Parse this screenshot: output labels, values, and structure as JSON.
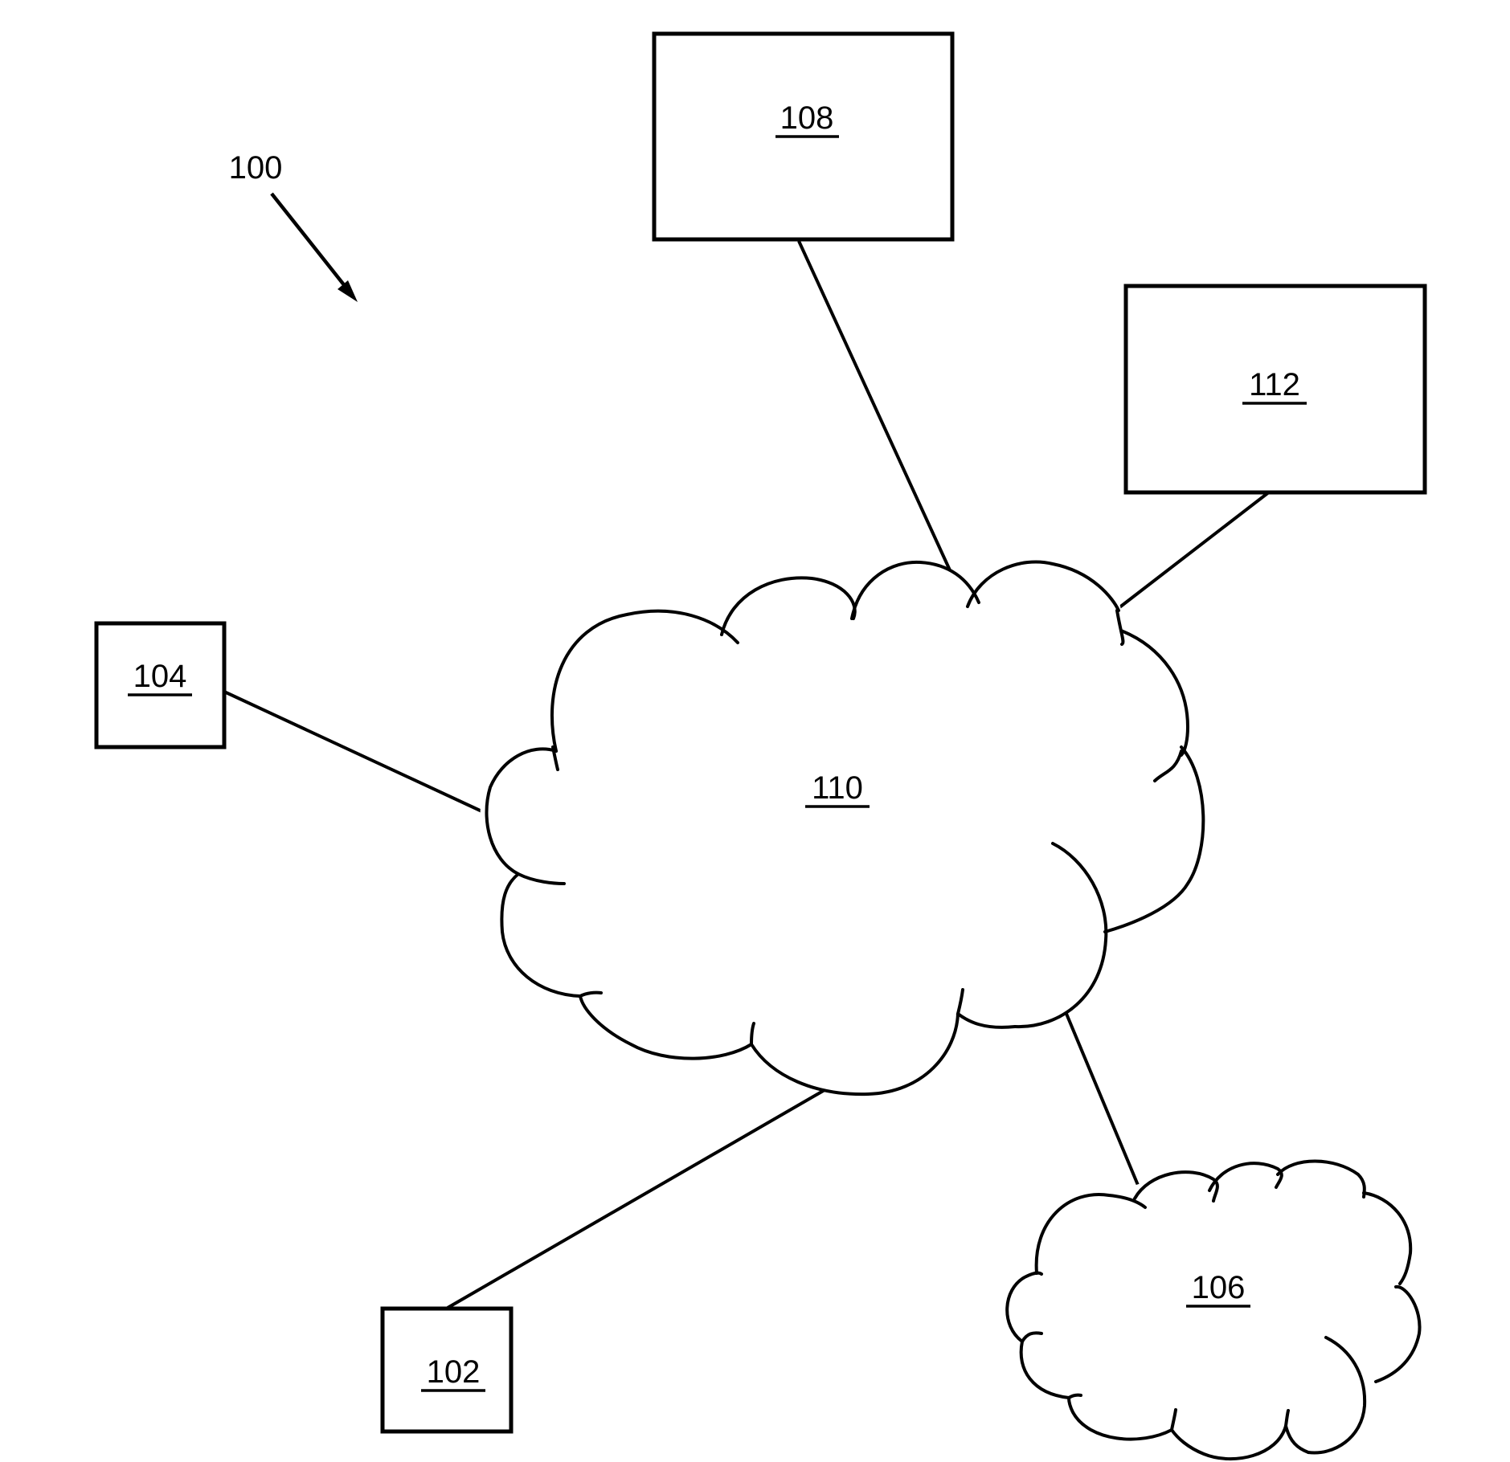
{
  "figure": {
    "reference_label": "100",
    "reference_arrow": "arrow-pointing-to-system"
  },
  "nodes": {
    "n102": {
      "label": "102",
      "shape": "box"
    },
    "n104": {
      "label": "104",
      "shape": "box"
    },
    "n106": {
      "label": "106",
      "shape": "cloud"
    },
    "n108": {
      "label": "108",
      "shape": "box"
    },
    "n110": {
      "label": "110",
      "shape": "cloud"
    },
    "n112": {
      "label": "112",
      "shape": "box"
    }
  },
  "connections": [
    {
      "from": "108",
      "to": "110"
    },
    {
      "from": "112",
      "to": "110"
    },
    {
      "from": "104",
      "to": "110"
    },
    {
      "from": "102",
      "to": "110"
    },
    {
      "from": "110",
      "to": "106"
    }
  ],
  "colors": {
    "stroke": "#000000",
    "background": "#ffffff"
  }
}
